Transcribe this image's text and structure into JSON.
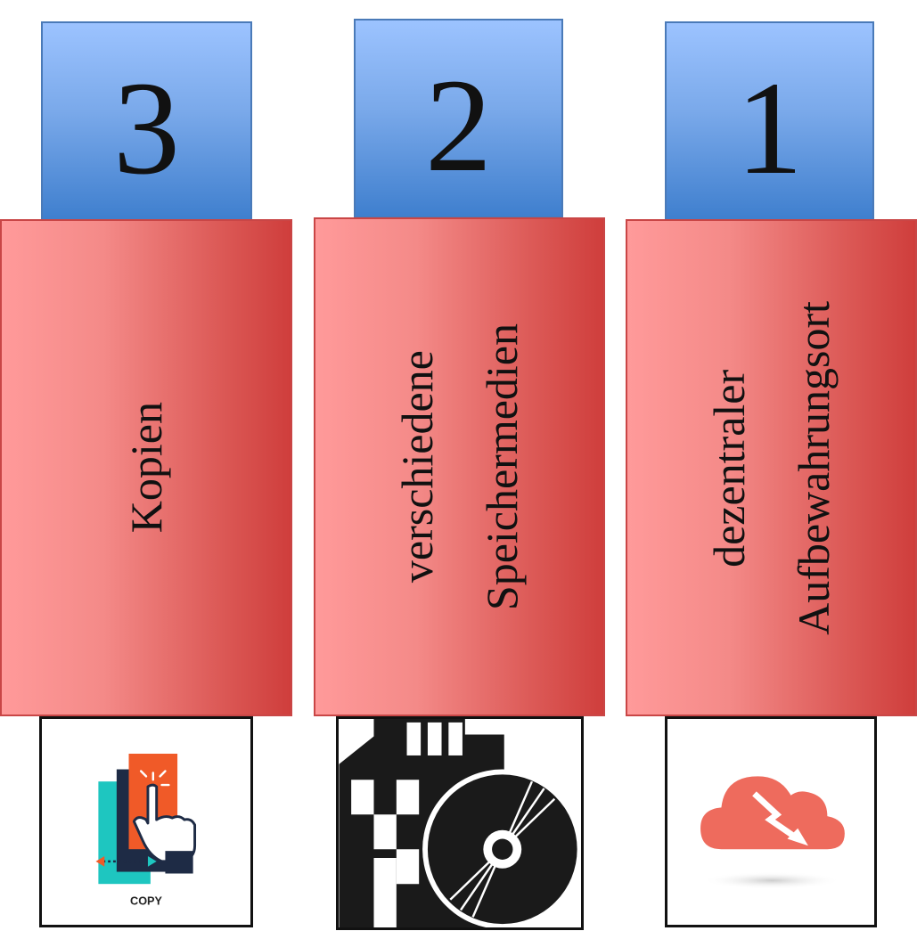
{
  "columns": [
    {
      "number": "3",
      "lines": [
        "Kopien"
      ],
      "icon": "copy-icon",
      "icon_caption": "COPY"
    },
    {
      "number": "2",
      "lines": [
        "verschiedene",
        "Speichermedien"
      ],
      "icon": "storage-media-icon"
    },
    {
      "number": "1",
      "lines": [
        "dezentraler",
        "Aufbewahrungsort"
      ],
      "icon": "cloud-download-icon"
    }
  ],
  "colors": {
    "number_box": "#7aa9ea",
    "text_box": "#f48a88",
    "copy_orange": "#f05a28",
    "copy_teal": "#1ec6c0",
    "copy_navy": "#1e2b45",
    "cloud_red": "#ee6b5d"
  }
}
